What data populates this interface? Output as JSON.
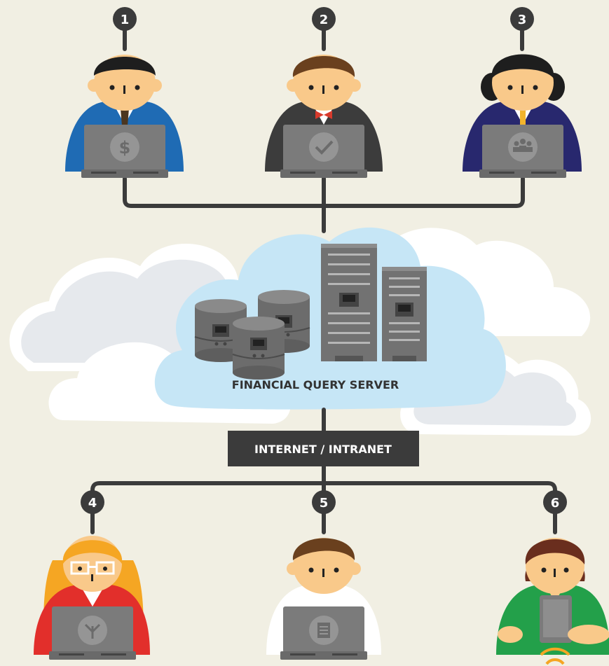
{
  "server_label": "FINANCIAL QUERY SERVER",
  "network_label": "INTERNET / INTRANET",
  "users": [
    {
      "number": "1",
      "icon": "dollar-icon",
      "suit_color": "#1f6bb4"
    },
    {
      "number": "2",
      "icon": "checkmark-icon",
      "suit_color": "#3c3c3c"
    },
    {
      "number": "3",
      "icon": "team-icon",
      "suit_color": "#28286e"
    },
    {
      "number": "4",
      "icon": "branch-icon",
      "suit_color": "#e22f2b"
    },
    {
      "number": "5",
      "icon": "document-icon",
      "suit_color": "#ffffff"
    },
    {
      "number": "6",
      "icon": "tablet-icon",
      "suit_color": "#23a04a"
    }
  ],
  "colors": {
    "background": "#f1efe3",
    "line": "#3b3b3b",
    "cloud_center": "#c6e6f6",
    "cloud_side": "#e8ecf0"
  }
}
